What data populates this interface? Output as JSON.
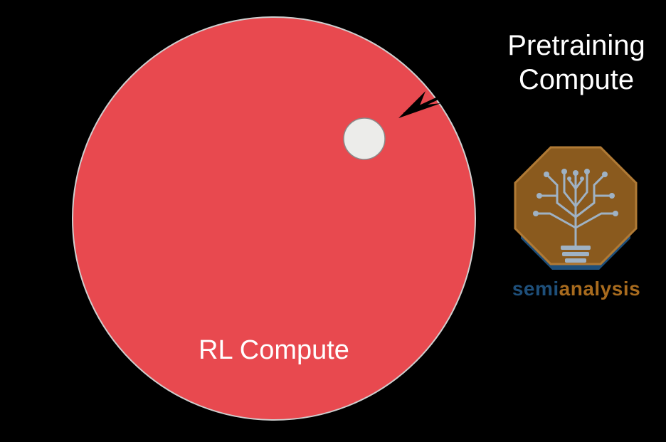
{
  "diagram": {
    "outer_circle": {
      "label": "RL Compute",
      "color": "#e8494f"
    },
    "inner_circle": {
      "label_lines": [
        "Pretraining",
        "Compute"
      ],
      "color": "#ececea"
    },
    "arrow": {
      "color": "#000000"
    }
  },
  "brand": {
    "wordmark_part1": "semi",
    "wordmark_part2": "analysis",
    "colors": {
      "primary": "#1e4f7a",
      "secondary": "#a86b1e"
    }
  }
}
